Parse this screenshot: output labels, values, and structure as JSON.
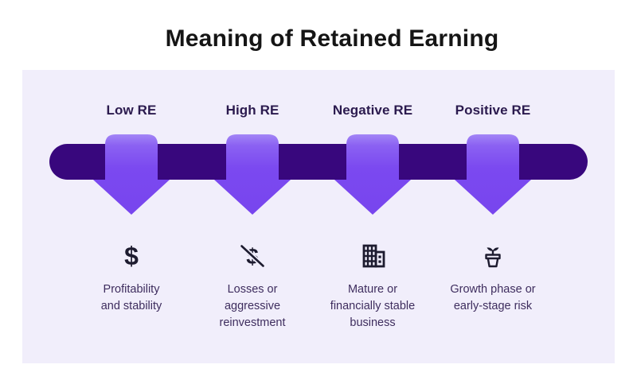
{
  "title": "Meaning of Retained Earning",
  "panel": {
    "background": "#f1eefb"
  },
  "timeline": {
    "bar_color": "#38077d",
    "arrow_color": "#7b49f0",
    "arrow_highlight_color": "#a385f6"
  },
  "text_colors": {
    "title": "#151515",
    "label": "#2b1a4e",
    "description": "#3e2d5e",
    "icon": "#1d1b2f"
  },
  "columns": [
    {
      "label": "Low RE",
      "icon": "dollar-icon",
      "description": "Profitability\nand stability"
    },
    {
      "label": "High RE",
      "icon": "slashed-dollar-icon",
      "description": "Losses or\naggressive\nreinvestment"
    },
    {
      "label": "Negative RE",
      "icon": "building-icon",
      "description": "Mature or\nfinancially stable\nbusiness"
    },
    {
      "label": "Positive RE",
      "icon": "plant-pot-icon",
      "description": "Growth phase or\nearly-stage risk"
    }
  ]
}
